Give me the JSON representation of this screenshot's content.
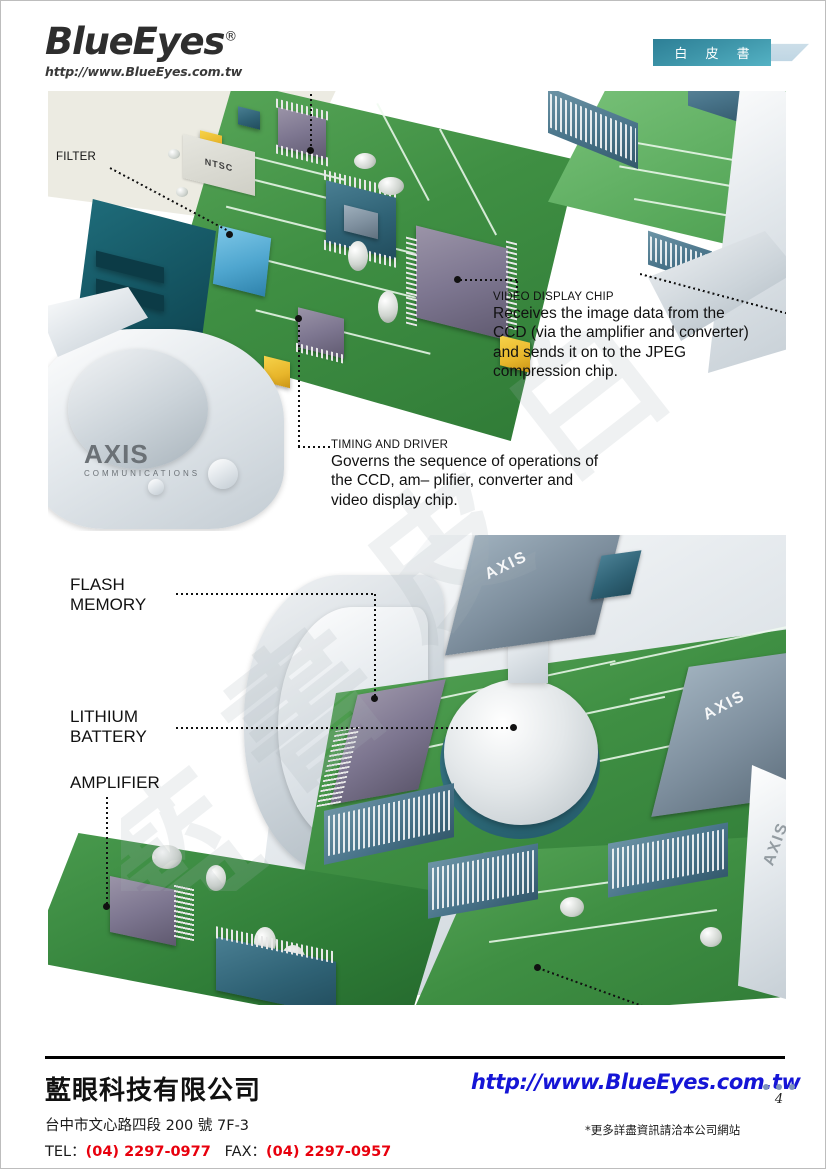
{
  "document": {
    "type": "whitepaper-page",
    "page_number": "4"
  },
  "header": {
    "logo_text": "BlueEyes",
    "logo_registered": "®",
    "logo_url": "http://www.BlueEyes.com.tw",
    "badge_label": "白 皮 書",
    "badge_color": "#3d94a8",
    "badge_arrow_color": "#c6dae6"
  },
  "watermark": {
    "text": "白皮書",
    "char1": "白",
    "char2": "皮",
    "char3": "書",
    "char4": "藍"
  },
  "figures": {
    "top": {
      "name": "exploded-camera-pcb-assembly",
      "chip_tag": "NTSC",
      "housing_logo": "AXIS",
      "housing_logo_sub": "COMMUNICATIONS",
      "callouts": [
        {
          "name": "filter",
          "title": "FILTER",
          "body": ""
        },
        {
          "name": "video-display-chip",
          "title": "VIDEO DISPLAY CHIP",
          "body": "Receives the image data from the CCD (via the amplifier and converter) and sends it on to the JPEG compression chip."
        },
        {
          "name": "timing-and-driver",
          "title": "TIMING AND DRIVER",
          "body": "Governs the sequence of operations of the CCD, am– plifier, converter and video display chip."
        }
      ]
    },
    "bottom": {
      "name": "camera-internals-cutaway",
      "brand_marks": [
        "AXIS",
        "AXIS",
        "AXIS"
      ],
      "callouts": [
        {
          "name": "flash-memory",
          "title": "FLASH\nMEMORY"
        },
        {
          "name": "lithium-battery",
          "title": "LITHIUM\nBATTERY"
        },
        {
          "name": "amplifier",
          "title": "AMPLIFIER"
        }
      ]
    }
  },
  "footer": {
    "company": "藍眼科技有限公司",
    "address": "台中市文心路四段 200 號 7F-3",
    "tel_label": "TEL：",
    "tel_number": "(04) 2297-0977",
    "fax_label": "FAX：",
    "fax_number": "(04) 2297-0957",
    "url": "http://www.BlueEyes.com.tw",
    "note": "*更多詳盡資訊請洽本公司網站",
    "page_number": "4",
    "accent_red": "#e8000d",
    "accent_blue": "#1515d6",
    "dot_color": "#7d93bc"
  }
}
